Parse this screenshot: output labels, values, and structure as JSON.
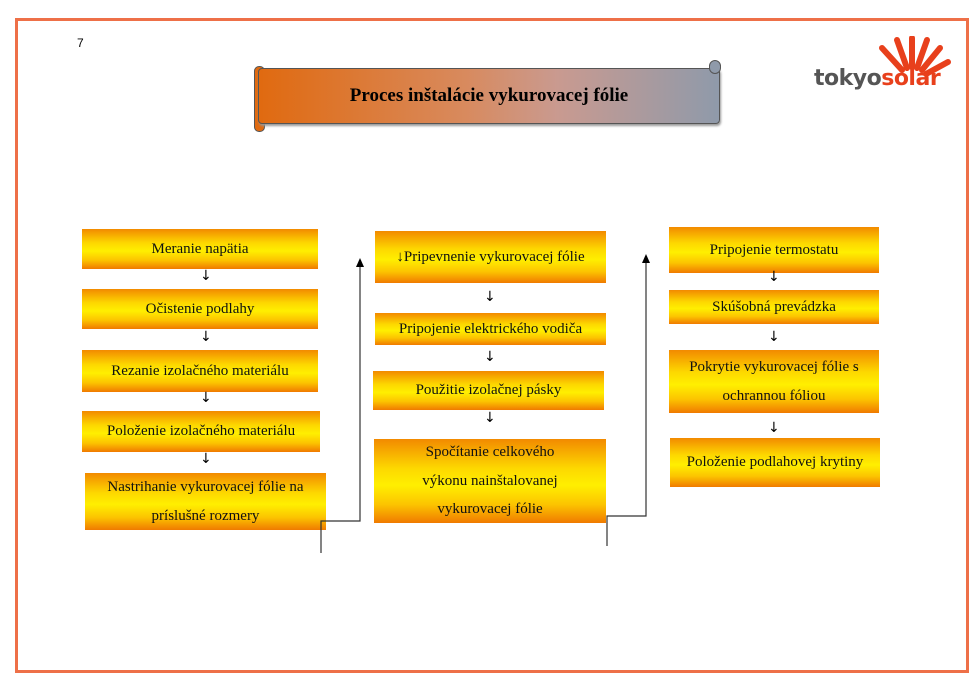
{
  "page_number": "7",
  "title": "Proces inštalácie vykurovacej fólie",
  "logo": {
    "part1": "tokyo",
    "part2": "solar",
    "colors": {
      "tokyo": "#555555",
      "solar": "#e8401c",
      "rays": "#e8401c"
    }
  },
  "columns": [
    {
      "steps": [
        "Meranie napätia",
        "Očistenie podlahy",
        "Rezanie izolačného materiálu",
        "Položenie izolačného materiálu",
        "Nastrihanie vykurovacej fólie na príslušné rozmery"
      ]
    },
    {
      "steps": [
        "↓Pripevnenie vykurovacej fólie",
        "Pripojenie elektrického vodiča",
        "Použitie izolačnej pásky",
        "Spočítanie celkového výkonu nainštalovanej vykurovacej fólie"
      ]
    },
    {
      "steps": [
        "Pripojenie termostatu",
        "Skúšobná prevádzka",
        "Pokrytie vykurovacej fólie s ochrannou fóliou",
        "Položenie podlahovej krytiny"
      ]
    }
  ],
  "arrow_glyph": "↓",
  "accent": "#ee7048"
}
